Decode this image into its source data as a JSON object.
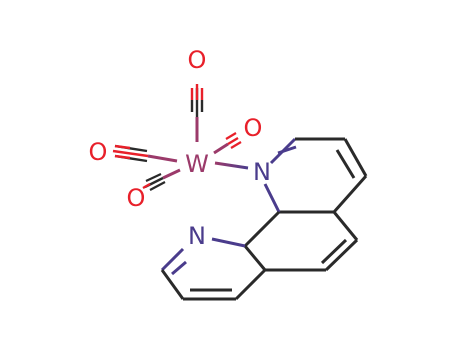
{
  "molecule": {
    "atoms": {
      "metal": "W",
      "n1": "N",
      "n2": "N",
      "o_top": "O",
      "o_left": "O",
      "o_lower": "O",
      "o_right": "O"
    },
    "colors": {
      "W": "#9b3a6a",
      "N": "#4a3c8c",
      "O": "#e8202a",
      "C": "#2a2a2a"
    }
  }
}
